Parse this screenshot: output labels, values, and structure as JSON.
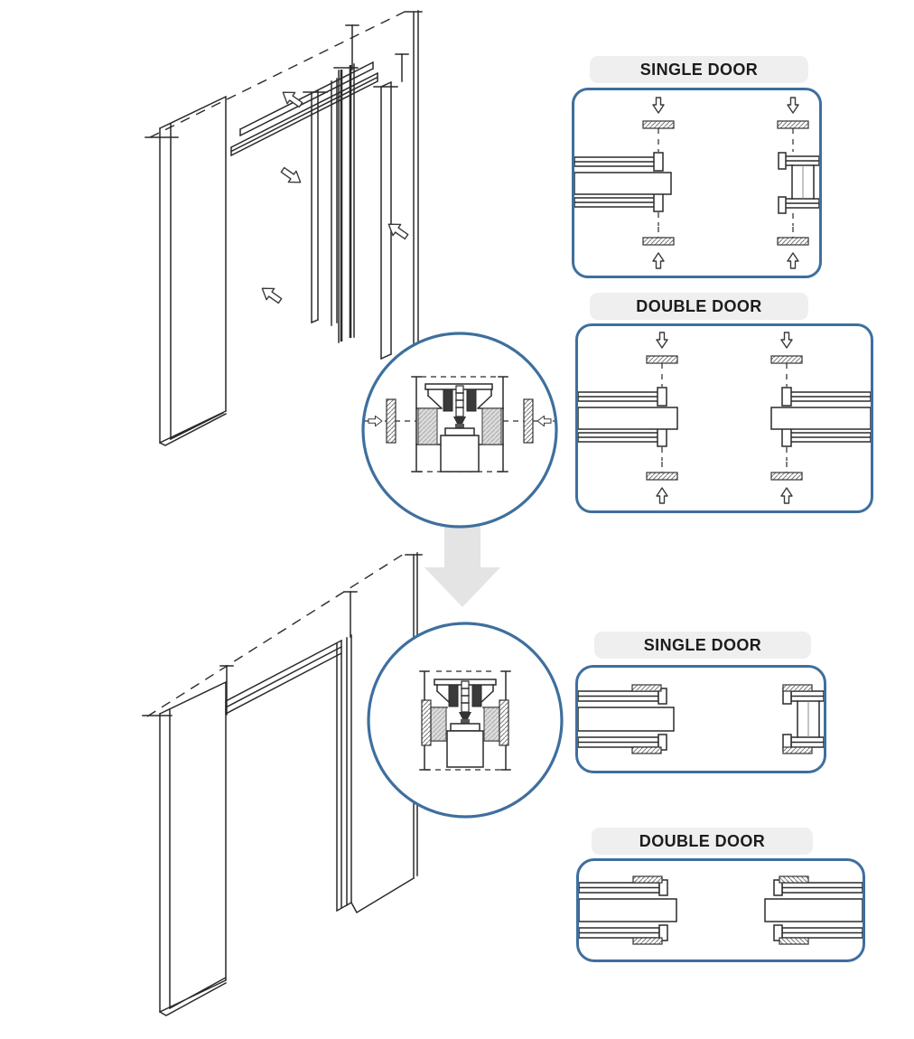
{
  "panels": [
    {
      "id": "top-single",
      "label": "SINGLE DOOR"
    },
    {
      "id": "top-double",
      "label": "DOUBLE DOOR"
    },
    {
      "id": "bottom-single",
      "label": "SINGLE DOOR"
    },
    {
      "id": "bottom-double",
      "label": "DOUBLE DOOR"
    }
  ],
  "icons": {
    "assembly_direction": "outline-arrow",
    "stage_transition": "big-down-arrow",
    "detail_view": "magnified-circle"
  },
  "colors": {
    "accent-blue": "#3e6f9e",
    "line": "#2a2a2a",
    "pill-bg": "#efefef",
    "pill-text": "#1c1c1c",
    "stud-gray": "#dcdcdc",
    "big-arrow-gray": "#e4e4e4",
    "hatch-line": "#777777"
  }
}
